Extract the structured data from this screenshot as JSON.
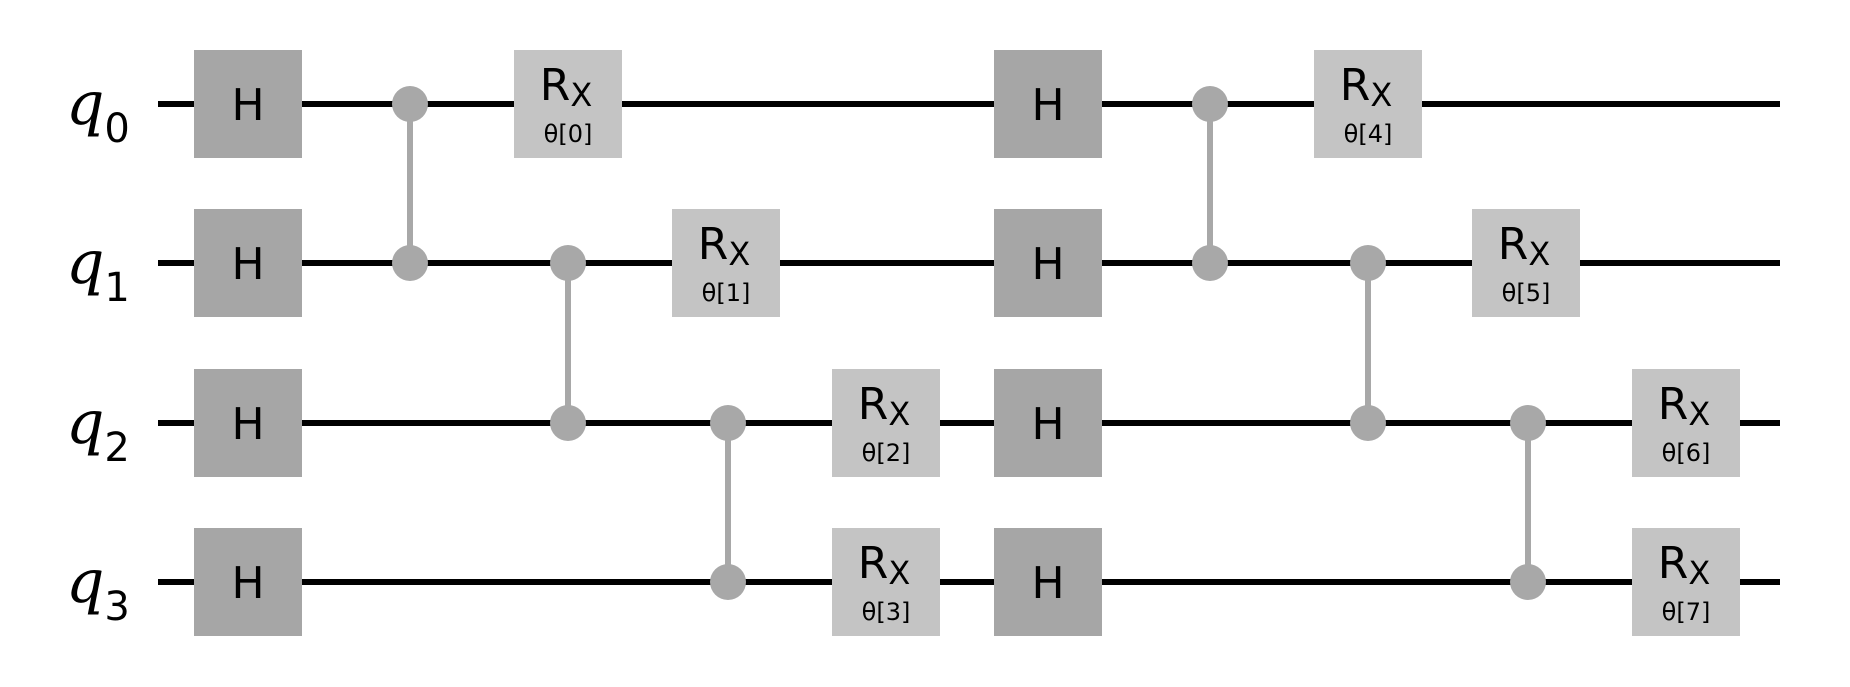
{
  "circuit": {
    "qubits": [
      {
        "name": "q",
        "index": "0"
      },
      {
        "name": "q",
        "index": "1"
      },
      {
        "name": "q",
        "index": "2"
      },
      {
        "name": "q",
        "index": "3"
      }
    ],
    "layers": [
      {
        "h_gates": [
          {
            "qubit": 0,
            "label": "H"
          },
          {
            "qubit": 1,
            "label": "H"
          },
          {
            "qubit": 2,
            "label": "H"
          },
          {
            "qubit": 3,
            "label": "H"
          }
        ],
        "cz_gates": [
          {
            "control": 0,
            "target": 1
          },
          {
            "control": 1,
            "target": 2
          },
          {
            "control": 2,
            "target": 3
          }
        ],
        "rx_gates": [
          {
            "qubit": 0,
            "label": "R",
            "sub": "X",
            "param": "θ[0]"
          },
          {
            "qubit": 1,
            "label": "R",
            "sub": "X",
            "param": "θ[1]"
          },
          {
            "qubit": 2,
            "label": "R",
            "sub": "X",
            "param": "θ[2]"
          },
          {
            "qubit": 3,
            "label": "R",
            "sub": "X",
            "param": "θ[3]"
          }
        ]
      },
      {
        "h_gates": [
          {
            "qubit": 0,
            "label": "H"
          },
          {
            "qubit": 1,
            "label": "H"
          },
          {
            "qubit": 2,
            "label": "H"
          },
          {
            "qubit": 3,
            "label": "H"
          }
        ],
        "cz_gates": [
          {
            "control": 0,
            "target": 1
          },
          {
            "control": 1,
            "target": 2
          },
          {
            "control": 2,
            "target": 3
          }
        ],
        "rx_gates": [
          {
            "qubit": 0,
            "label": "R",
            "sub": "X",
            "param": "θ[4]"
          },
          {
            "qubit": 1,
            "label": "R",
            "sub": "X",
            "param": "θ[5]"
          },
          {
            "qubit": 2,
            "label": "R",
            "sub": "X",
            "param": "θ[6]"
          },
          {
            "qubit": 3,
            "label": "R",
            "sub": "X",
            "param": "θ[7]"
          }
        ]
      }
    ],
    "colors": {
      "wire": "#000000",
      "h_gate": "#a6a6a6",
      "rx_gate": "#c4c4c4",
      "cz": "#a8a8a8"
    }
  }
}
